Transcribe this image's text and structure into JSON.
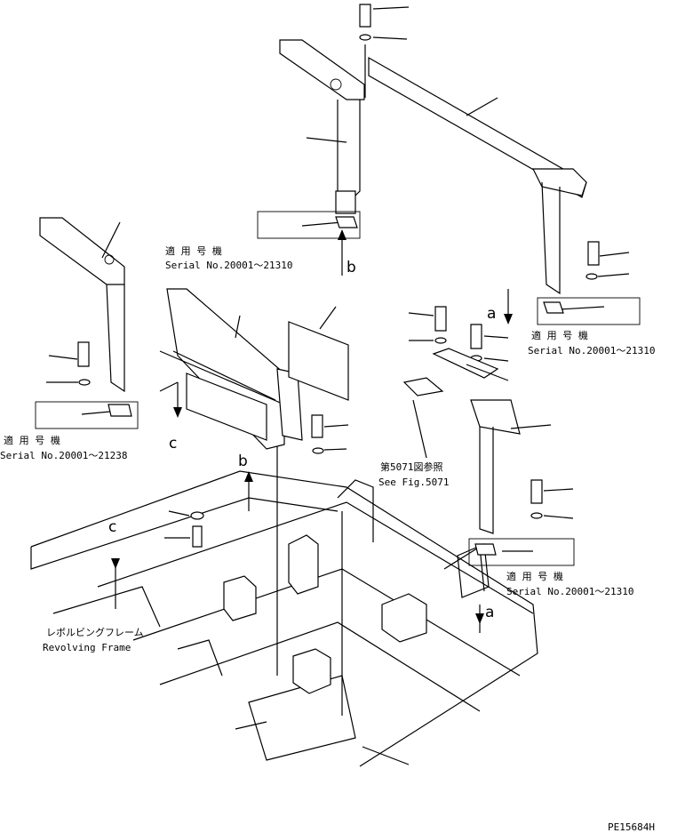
{
  "labels": {
    "applicable": "適 用 号 機",
    "serial_a": "Serial No.20001～21310",
    "serial_b": "Serial No.20001～21238",
    "see_fig_ja": "第5071図参照",
    "see_fig_en": "See Fig.5071",
    "frame_ja": "レボルビングフレーム",
    "frame_en": "Revolving Frame",
    "ref_a": "a",
    "ref_b": "b",
    "ref_c": "c",
    "drawing_no": "PE15684H"
  }
}
